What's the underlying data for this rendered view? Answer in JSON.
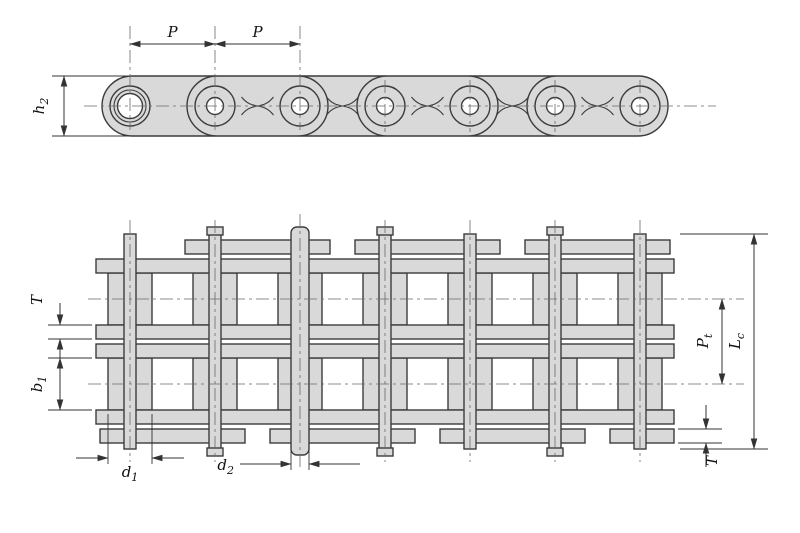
{
  "colors": {
    "shape_fill": "#d9d9d9",
    "outline": "#3c3c3c",
    "dimension_line": "#333333",
    "background": "#ffffff"
  },
  "side_view": {
    "pitch_label_1": "P",
    "pitch_label_2": "P",
    "plate_height": {
      "main": "h",
      "sub": "2"
    }
  },
  "plan_view": {
    "plate_thickness_left": "T",
    "inner_width": {
      "main": "b",
      "sub": "1"
    },
    "roller_diameter": {
      "main": "d",
      "sub": "1"
    },
    "pin_diameter": {
      "main": "d",
      "sub": "2"
    },
    "transverse_pitch": {
      "main": "P",
      "sub": "t"
    },
    "pin_length": {
      "main": "L",
      "sub": "c"
    },
    "plate_thickness_right": "T"
  }
}
